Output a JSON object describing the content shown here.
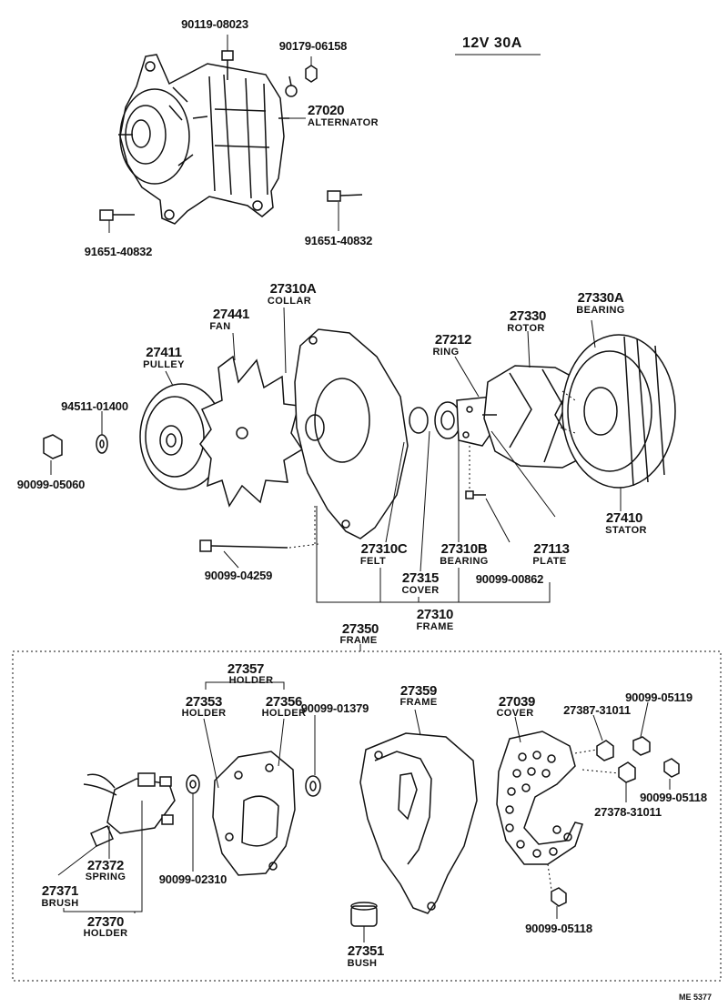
{
  "header": {
    "spec": "12V  30A",
    "ref_code": "ME 5377"
  },
  "top_assembly": {
    "bolt_top": "90119-08023",
    "nut_top": "90179-06158",
    "alternator_no": "27020",
    "alternator_name": "ALTERNATOR",
    "bolt_left": "91651-40832",
    "bolt_right": "91651-40832"
  },
  "middle_assembly": {
    "collar_no": "27310A",
    "collar_name": "COLLAR",
    "fan_no": "27441",
    "fan_name": "FAN",
    "pulley_no": "27411",
    "pulley_name": "PULLEY",
    "washer_no": "94511-01400",
    "nut_no": "90099-05060",
    "ring_no": "27212",
    "ring_name": "RING",
    "rotor_no": "27330",
    "rotor_name": "ROTOR",
    "bearing_a_no": "27330A",
    "bearing_a_name": "BEARING",
    "stator_no": "27410",
    "stator_name": "STATOR",
    "felt_no": "27310C",
    "felt_name": "FELT",
    "bearing_b_no": "27310B",
    "bearing_b_name": "BEARING",
    "plate_no": "27113",
    "plate_name": "PLATE",
    "cover_no": "27315",
    "cover_name": "COVER",
    "screw_no": "90099-00862",
    "through_bolt_no": "90099-04259",
    "frame_no": "27310",
    "frame_name": "FRAME"
  },
  "lower_assembly": {
    "group_no": "27350",
    "group_name": "FRAME",
    "holder_group_no": "27357",
    "holder_group_name": "HOLDER",
    "holder_a_no": "27353",
    "holder_a_name": "HOLDER",
    "holder_b_no": "27356",
    "holder_b_name": "HOLDER",
    "washer_right_no": "90099-01379",
    "frame_no": "27359",
    "frame_name": "FRAME",
    "cover_no": "27039",
    "cover_name": "COVER",
    "insulator_a_no": "27387-31011",
    "nut_a_no": "90099-05119",
    "nut_b_no": "90099-05118",
    "insulator_b_no": "27378-31011",
    "washer_left_no": "90099-02310",
    "spring_no": "27372",
    "spring_name": "SPRING",
    "brush_no": "27371",
    "brush_name": "BRUSH",
    "holder_c_no": "27370",
    "holder_c_name": "HOLDER",
    "bush_no": "27351",
    "bush_name": "BUSH",
    "nut_c_no": "90099-05118"
  }
}
